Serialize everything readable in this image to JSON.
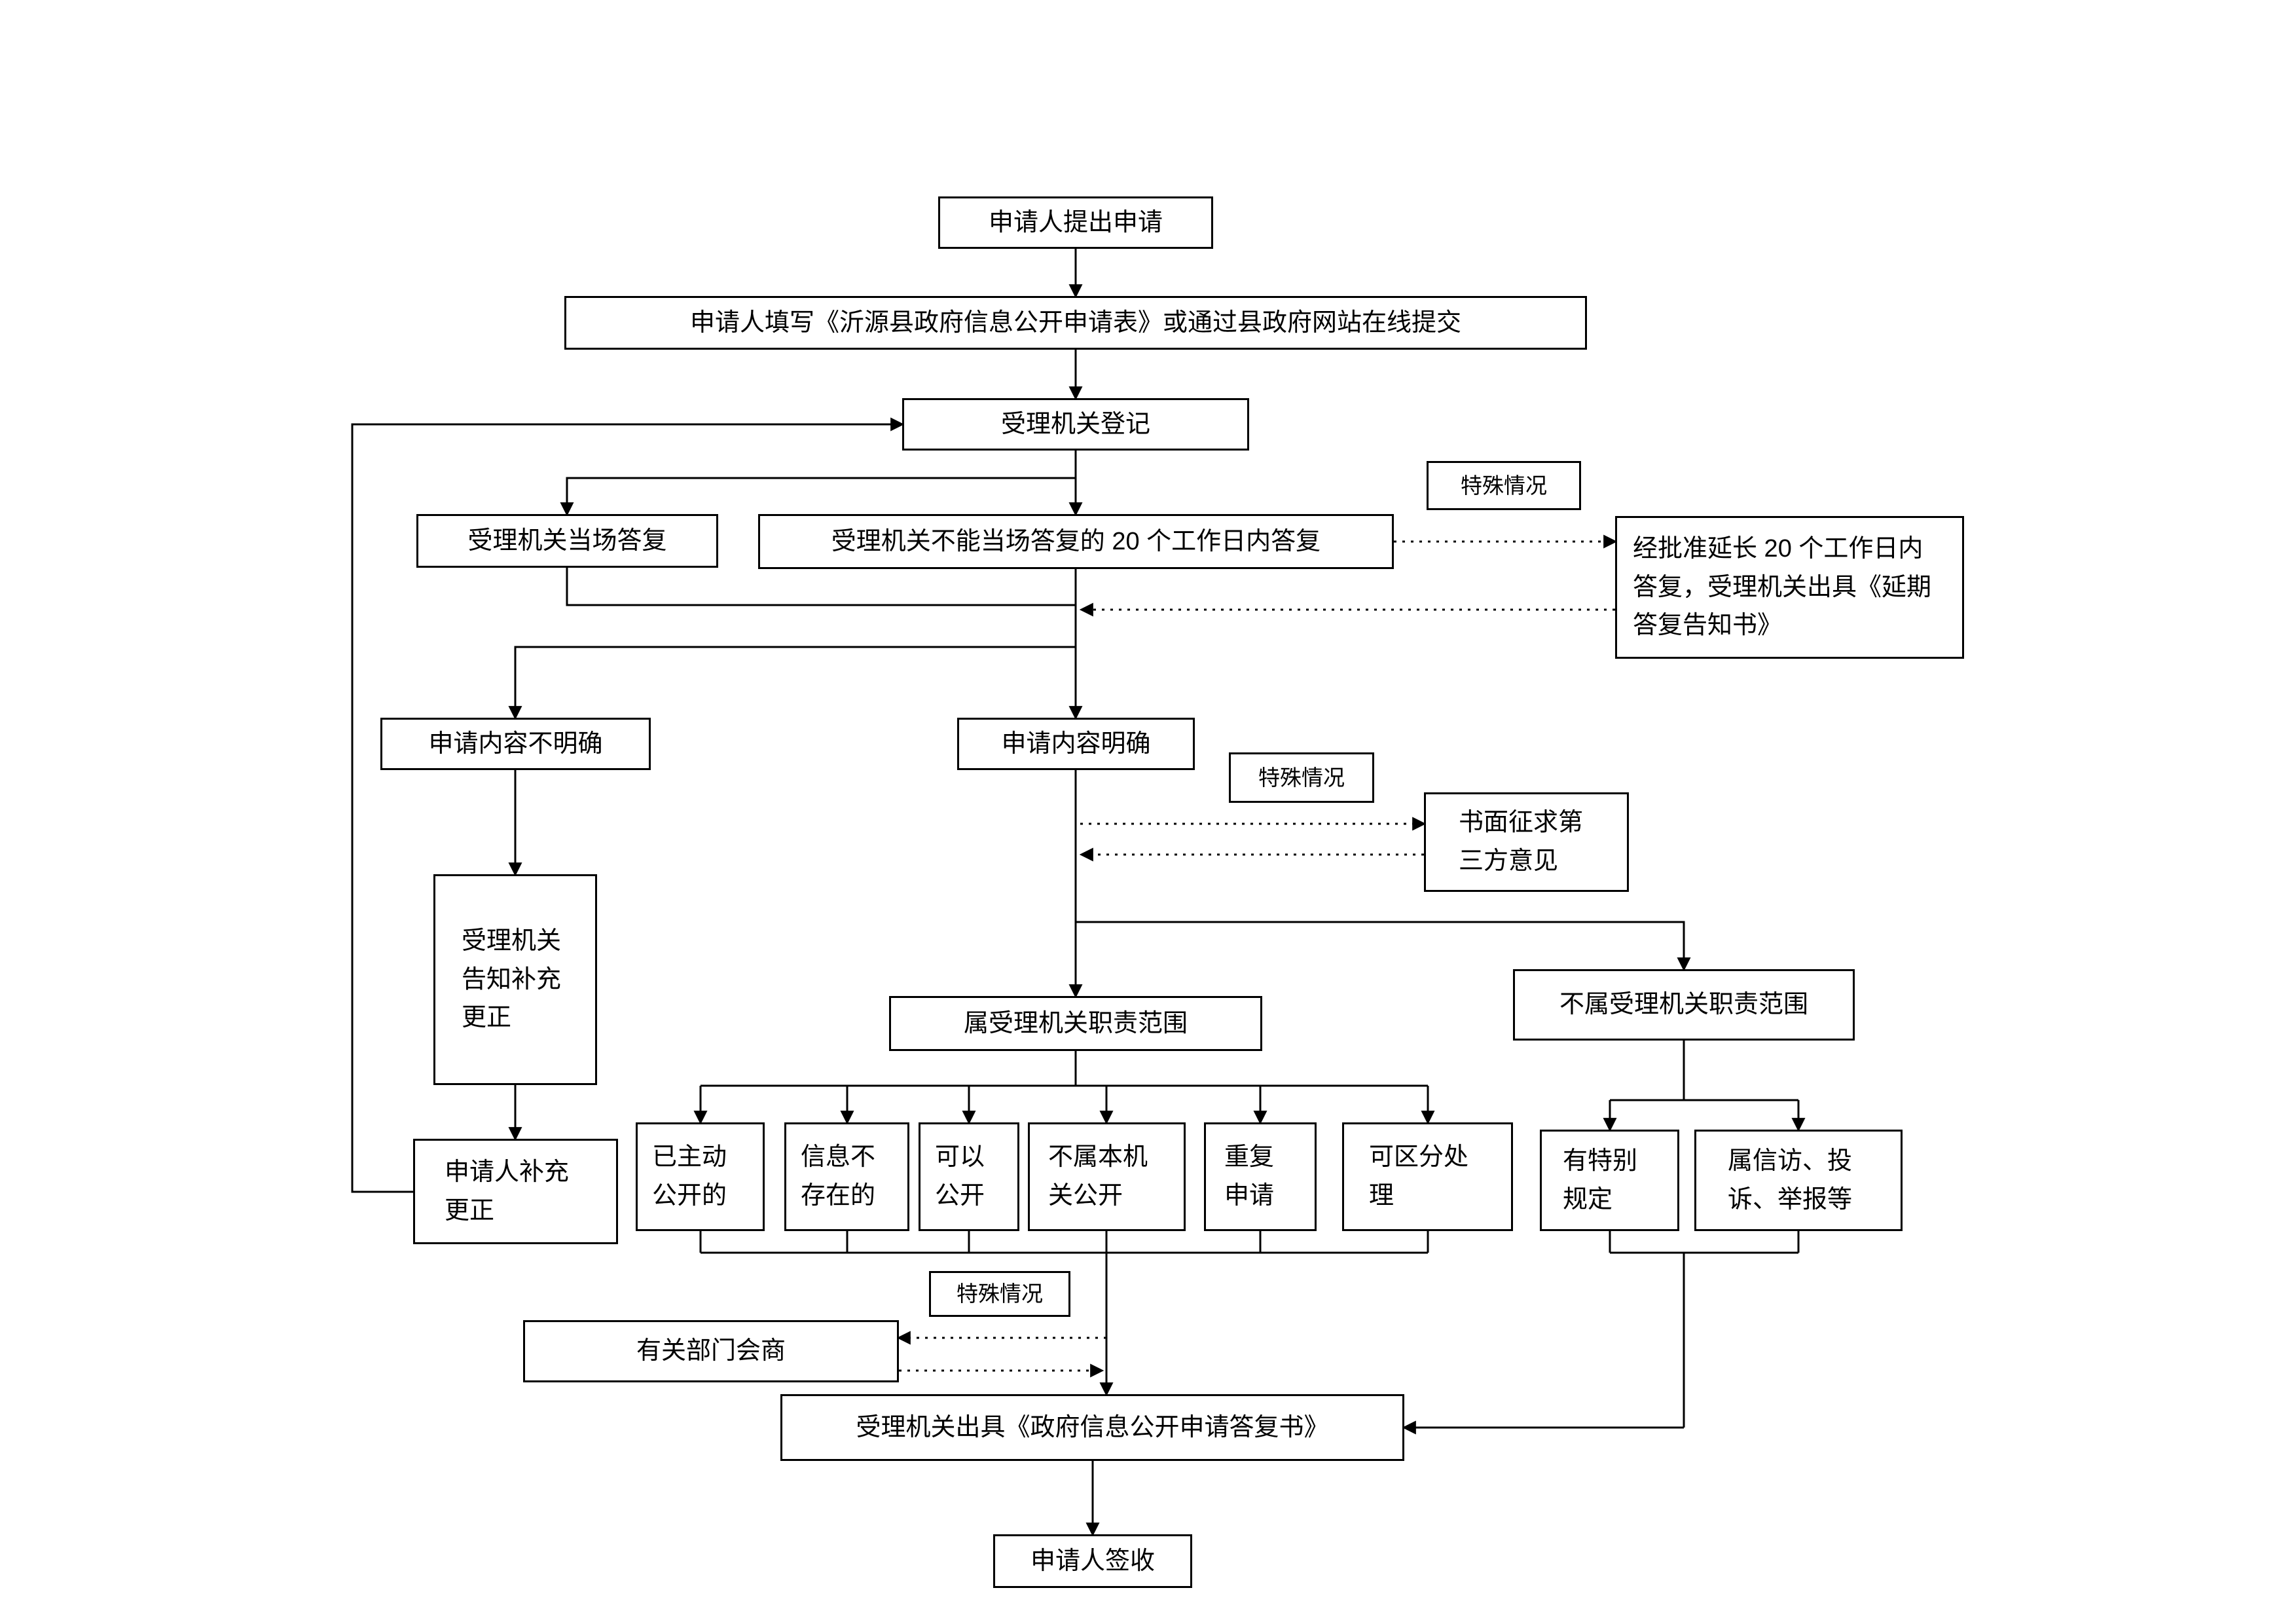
{
  "diagram": {
    "colors": {
      "line": "#000000",
      "box_border": "#000000",
      "background": "#ffffff"
    },
    "nodes": {
      "apply": "申请人提出申请",
      "fill_form": "申请人填写《沂源县政府信息公开申请表》或通过县政府网站在线提交",
      "register": "受理机关登记",
      "onsite_reply": "受理机关当场答复",
      "reply_20days": "受理机关不能当场答复的 20 个工作日内答复",
      "special1": "特殊情况",
      "extend": "经批准延长 20 个工作日内答复，受理机关出具《延期答复告知书》",
      "unclear": "申请内容不明确",
      "clear": "申请内容明确",
      "special2": "特殊情况",
      "third_party": "书面征求第三方意见",
      "notify_supplement": "受理机关告知补充更正",
      "applicant_supplement": "申请人补充更正",
      "in_scope": "属受理机关职责范围",
      "out_scope": "不属受理机关职责范围",
      "already_public": "已主动公开的",
      "not_exist": "信息不存在的",
      "can_public": "可以公开",
      "not_this_org": "不属本机关公开",
      "repeat": "重复申请",
      "separable": "可区分处理",
      "special_rule": "有特别规定",
      "petition": "属信访、投诉、举报等",
      "special3": "特殊情况",
      "consult": "有关部门会商",
      "reply_doc": "受理机关出具《政府信息公开申请答复书》",
      "sign": "申请人签收"
    },
    "edges": [
      {
        "from": "apply",
        "to": "fill_form",
        "style": "solid"
      },
      {
        "from": "fill_form",
        "to": "register",
        "style": "solid"
      },
      {
        "from": "register",
        "to": "onsite_reply",
        "style": "solid"
      },
      {
        "from": "register",
        "to": "reply_20days",
        "style": "solid"
      },
      {
        "from": "reply_20days",
        "to": "extend",
        "style": "dotted",
        "label": "特殊情况"
      },
      {
        "from": "extend",
        "to": "reply_20days",
        "style": "dotted"
      },
      {
        "from": "onsite_reply",
        "to": "unclear",
        "style": "solid"
      },
      {
        "from": "onsite_reply",
        "to": "clear",
        "style": "solid"
      },
      {
        "from": "reply_20days",
        "to": "unclear",
        "style": "solid"
      },
      {
        "from": "reply_20days",
        "to": "clear",
        "style": "solid"
      },
      {
        "from": "unclear",
        "to": "notify_supplement",
        "style": "solid"
      },
      {
        "from": "notify_supplement",
        "to": "applicant_supplement",
        "style": "solid"
      },
      {
        "from": "applicant_supplement",
        "to": "register",
        "style": "solid"
      },
      {
        "from": "clear",
        "to": "third_party",
        "style": "dotted",
        "label": "特殊情况"
      },
      {
        "from": "third_party",
        "to": "clear",
        "style": "dotted"
      },
      {
        "from": "clear",
        "to": "in_scope",
        "style": "solid"
      },
      {
        "from": "clear",
        "to": "out_scope",
        "style": "solid"
      },
      {
        "from": "in_scope",
        "to": "already_public",
        "style": "solid"
      },
      {
        "from": "in_scope",
        "to": "not_exist",
        "style": "solid"
      },
      {
        "from": "in_scope",
        "to": "can_public",
        "style": "solid"
      },
      {
        "from": "in_scope",
        "to": "not_this_org",
        "style": "solid"
      },
      {
        "from": "in_scope",
        "to": "repeat",
        "style": "solid"
      },
      {
        "from": "in_scope",
        "to": "separable",
        "style": "solid"
      },
      {
        "from": "out_scope",
        "to": "special_rule",
        "style": "solid"
      },
      {
        "from": "out_scope",
        "to": "petition",
        "style": "solid"
      },
      {
        "from": "already_public",
        "to": "reply_doc",
        "style": "solid"
      },
      {
        "from": "not_exist",
        "to": "reply_doc",
        "style": "solid"
      },
      {
        "from": "can_public",
        "to": "reply_doc",
        "style": "solid"
      },
      {
        "from": "not_this_org",
        "to": "reply_doc",
        "style": "solid"
      },
      {
        "from": "repeat",
        "to": "reply_doc",
        "style": "solid"
      },
      {
        "from": "separable",
        "to": "reply_doc",
        "style": "solid"
      },
      {
        "from": "special_rule",
        "to": "reply_doc",
        "style": "solid"
      },
      {
        "from": "petition",
        "to": "reply_doc",
        "style": "solid"
      },
      {
        "from": "reply_doc",
        "to": "consult",
        "style": "dotted",
        "label": "特殊情况"
      },
      {
        "from": "consult",
        "to": "reply_doc",
        "style": "dotted"
      },
      {
        "from": "reply_doc",
        "to": "sign",
        "style": "solid"
      }
    ]
  }
}
